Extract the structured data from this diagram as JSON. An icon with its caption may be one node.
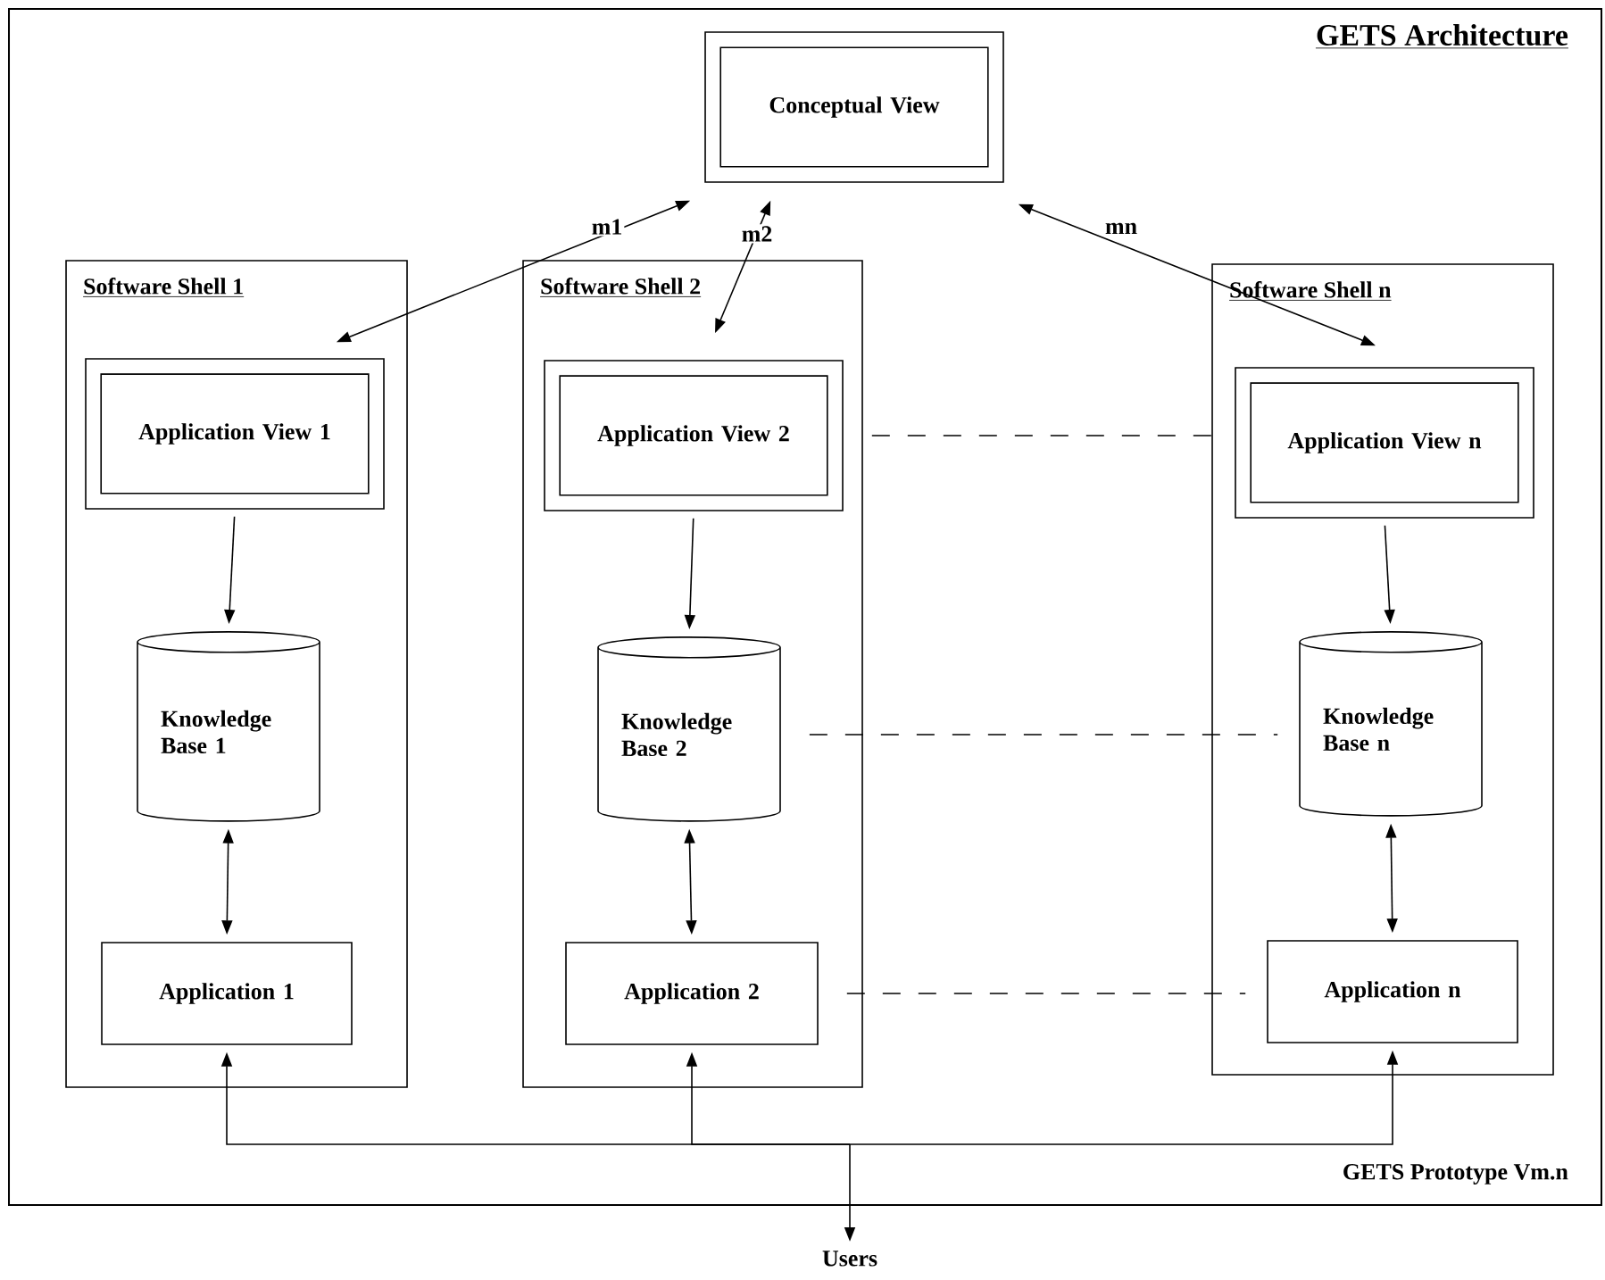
{
  "diagram": {
    "nodes": [
      {
        "text": [
          "GETS Architecture",
          "GETS Prototype Vm.n"
        ]
      },
      {
        "text": [
          "Conceptual View"
        ],
        "in": 0
      },
      {
        "text": [
          "Software Shell 1"
        ],
        "in": 0
      },
      {
        "text": [
          "Software Shell 2"
        ],
        "in": 0
      },
      {
        "text": [
          "Software Shell n"
        ],
        "in": 0
      },
      {
        "text": [
          "Application View 1"
        ],
        "in": 2
      },
      {
        "text": [
          "Knowledge Base 1"
        ],
        "in": 2
      },
      {
        "text": [
          "Application 1"
        ],
        "in": 2
      },
      {
        "text": [
          "Application View 2"
        ],
        "in": 3
      },
      {
        "text": [
          "Knowledge Base 2"
        ],
        "in": 3
      },
      {
        "text": [
          "Application 2"
        ],
        "in": 3
      },
      {
        "text": [
          "Application View n"
        ],
        "in": 4
      },
      {
        "text": [
          "Knowledge Base n"
        ],
        "in": 4
      },
      {
        "text": [
          "Application n"
        ],
        "in": 4
      },
      {
        "text": [
          "Users"
        ]
      }
    ],
    "edges": [
      {
        "from": 1,
        "to": 5,
        "arrow": "both",
        "label": "m1"
      },
      {
        "from": 1,
        "to": 8,
        "arrow": "both",
        "label": "m2"
      },
      {
        "from": 1,
        "to": 11,
        "arrow": "both",
        "label": "mn"
      },
      {
        "from": 5,
        "to": 6,
        "arrow": "to"
      },
      {
        "from": 6,
        "to": 7,
        "arrow": "both"
      },
      {
        "from": 8,
        "to": 9,
        "arrow": "to"
      },
      {
        "from": 9,
        "to": 10,
        "arrow": "both"
      },
      {
        "from": 11,
        "to": 12,
        "arrow": "to"
      },
      {
        "from": 12,
        "to": 13,
        "arrow": "both"
      },
      {
        "from": 8,
        "to": 11,
        "arrow": "none",
        "style": "dashed"
      },
      {
        "from": 9,
        "to": 12,
        "arrow": "none",
        "style": "dashed"
      },
      {
        "from": 10,
        "to": 13,
        "arrow": "none",
        "style": "dashed"
      },
      {
        "from": null,
        "to": 7,
        "arrow": "to"
      },
      {
        "from": null,
        "to": 10,
        "arrow": "to"
      },
      {
        "from": null,
        "to": 13,
        "arrow": "to"
      },
      {
        "from": null,
        "to": 14,
        "arrow": "to"
      }
    ]
  }
}
